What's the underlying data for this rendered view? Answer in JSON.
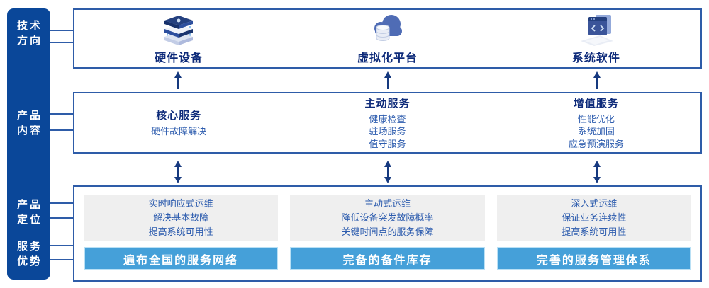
{
  "colors": {
    "sidebar_bg": "#0a4799",
    "sidebar_text": "#ffffff",
    "box_border": "#2e5ca8",
    "heading_text": "#0e2b7a",
    "sub_text": "#2d5cae",
    "arrow": "#16397f",
    "gray_box_bg": "#efefef",
    "bar_bg": "#45a0d9",
    "bar_border": "#b9e0f5",
    "bar_text": "#ffffff"
  },
  "sidebar": {
    "items": [
      {
        "line1": "技术",
        "line2": "方向"
      },
      {
        "line1": "产品",
        "line2": "内容"
      },
      {
        "line1": "产品",
        "line2": "定位"
      },
      {
        "line1": "服务",
        "line2": "优势"
      }
    ]
  },
  "tech_row": {
    "items": [
      {
        "icon": "server-stack-icon",
        "label": "硬件设备"
      },
      {
        "icon": "cloud-database-icon",
        "label": "虚拟化平台"
      },
      {
        "icon": "code-window-icon",
        "label": "系统软件"
      }
    ]
  },
  "service_row": {
    "columns": [
      {
        "title": "核心服务",
        "items": [
          "硬件故障解决"
        ]
      },
      {
        "title": "主动服务",
        "items": [
          "健康检查",
          "驻场服务",
          "值守服务"
        ]
      },
      {
        "title": "增值服务",
        "items": [
          "性能优化",
          "系统加固",
          "应急预演服务"
        ]
      }
    ]
  },
  "positioning_row": {
    "columns": [
      {
        "lines": [
          "实时响应式运维",
          "解决基本故障",
          "提高系统可用性"
        ],
        "bar": "遍布全国的服务网络"
      },
      {
        "lines": [
          "主动式运维",
          "降低设备突发故障概率",
          "关键时间点的服务保障"
        ],
        "bar": "完备的备件库存"
      },
      {
        "lines": [
          "深入式运维",
          "保证业务连续性",
          "提高系统可用性"
        ],
        "bar": "完善的服务管理体系"
      }
    ]
  }
}
